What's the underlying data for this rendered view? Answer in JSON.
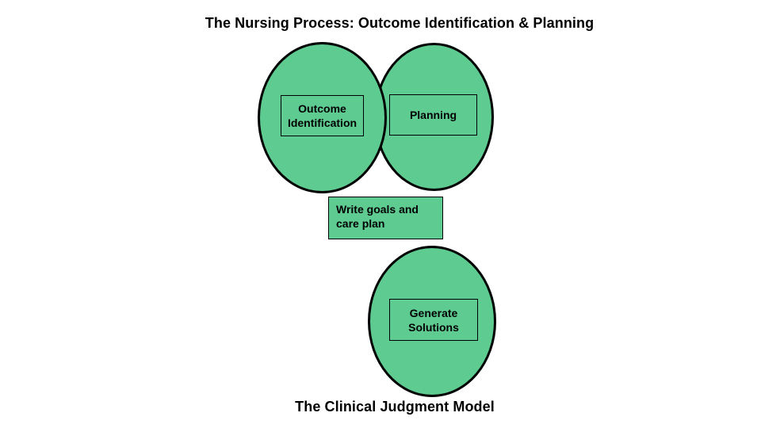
{
  "titles": {
    "top": "The Nursing Process: Outcome Identification & Planning",
    "bottom": "The Clinical Judgment Model"
  },
  "colors": {
    "shape_fill": "#5ecb91",
    "shape_outline": "#000000",
    "text": "#000000",
    "background": "#ffffff"
  },
  "nodes": {
    "outcome_identification": {
      "line1": "Outcome",
      "line2": "Identification"
    },
    "planning": {
      "label": "Planning"
    },
    "write_goals": {
      "line1": "Write goals and",
      "line2": "care plan"
    },
    "generate_solutions": {
      "line1": "Generate",
      "line2": "Solutions"
    }
  }
}
